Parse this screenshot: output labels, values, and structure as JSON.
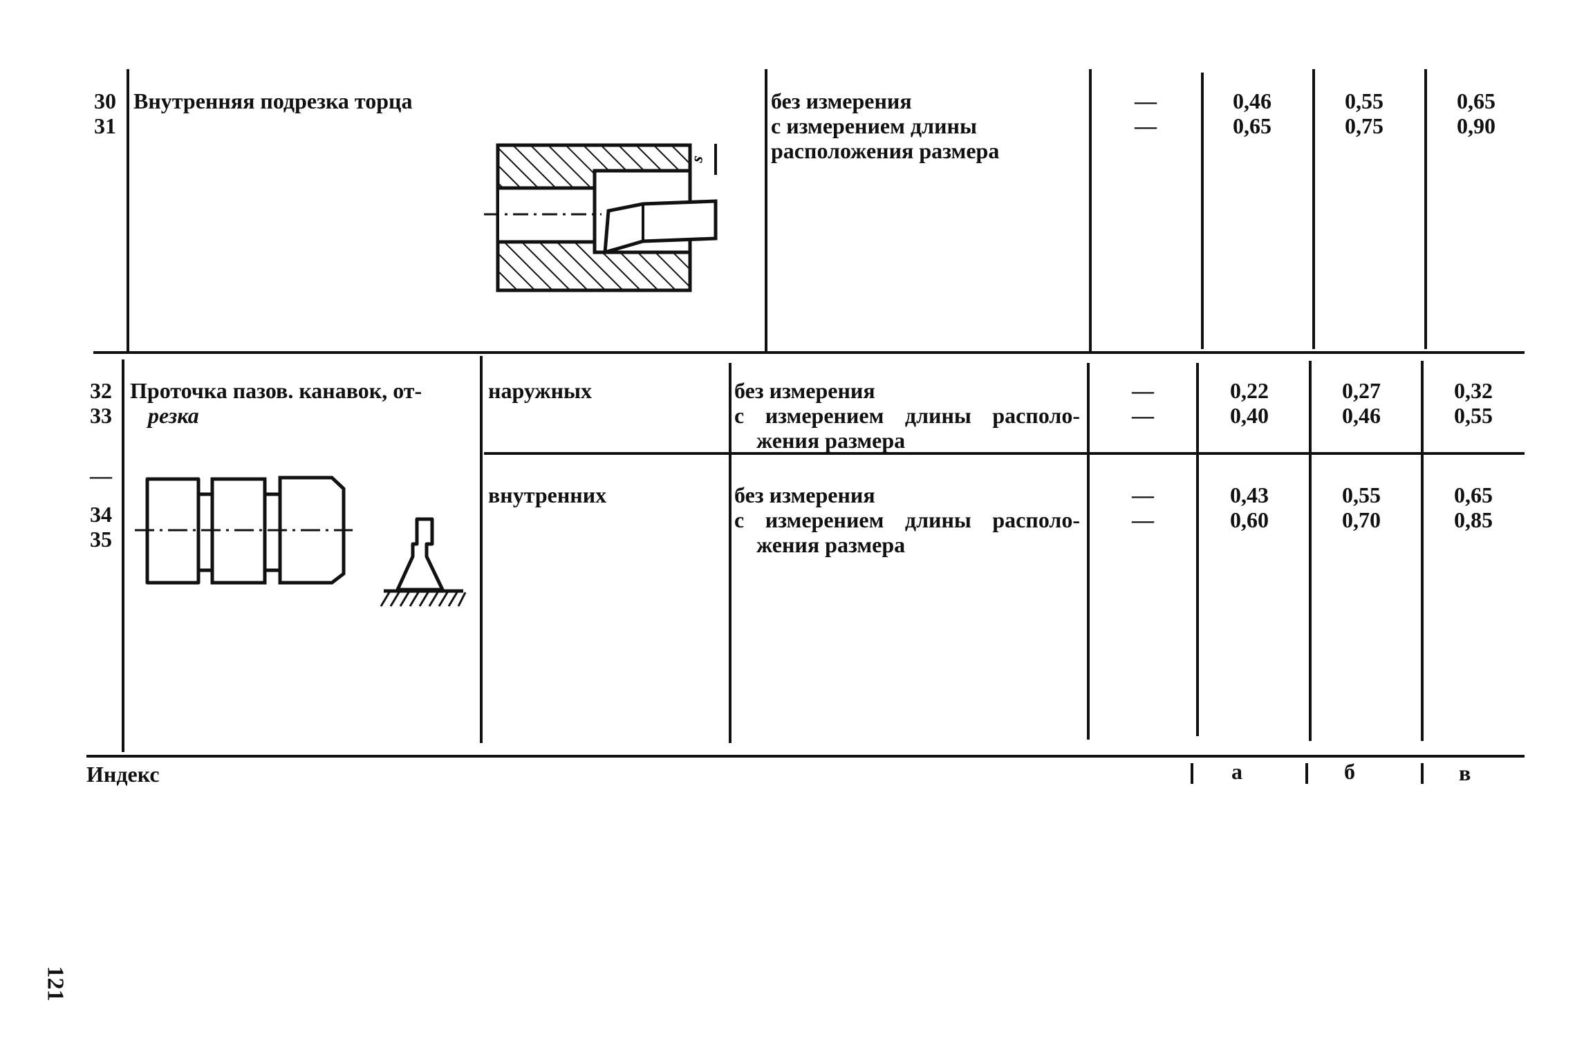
{
  "rows": [
    {
      "numbers": [
        "30",
        "31"
      ],
      "title": "Внутренняя подрезка торца",
      "conditions": [
        "без измерения",
        "с измерением длины",
        "расположения размера"
      ],
      "dashes": [
        "—",
        "—"
      ],
      "a": [
        "0,46",
        "0,65"
      ],
      "b": [
        "0,55",
        "0,75"
      ],
      "v": [
        "0,65",
        "0,90"
      ]
    },
    {
      "numbers_outer": [
        "32",
        "33"
      ],
      "numbers_inner": [
        "34",
        "35"
      ],
      "separator": "—",
      "title_line1": "Проточка пазов. канавок, от-",
      "title_line2": "резка",
      "sub_outer": "наружных",
      "sub_inner": "внутренних",
      "conditions_outer": [
        "без измерения",
        "с измерением длины располо-",
        "жения размера"
      ],
      "conditions_inner": [
        "без измерения",
        "с измерением длины располо-",
        "жения размера"
      ],
      "dashes_outer": [
        "—",
        "—"
      ],
      "dashes_inner": [
        "—",
        "—"
      ],
      "a_outer": [
        "0,22",
        "0,40"
      ],
      "b_outer": [
        "0,27",
        "0,46"
      ],
      "v_outer": [
        "0,32",
        "0,55"
      ],
      "a_inner": [
        "0,43",
        "0,60"
      ],
      "b_inner": [
        "0,55",
        "0,70"
      ],
      "v_inner": [
        "0,65",
        "0,85"
      ]
    }
  ],
  "footer": {
    "index_label": "Индекс",
    "col_a": "а",
    "col_b": "б",
    "col_v": "в"
  },
  "page_number": "121"
}
